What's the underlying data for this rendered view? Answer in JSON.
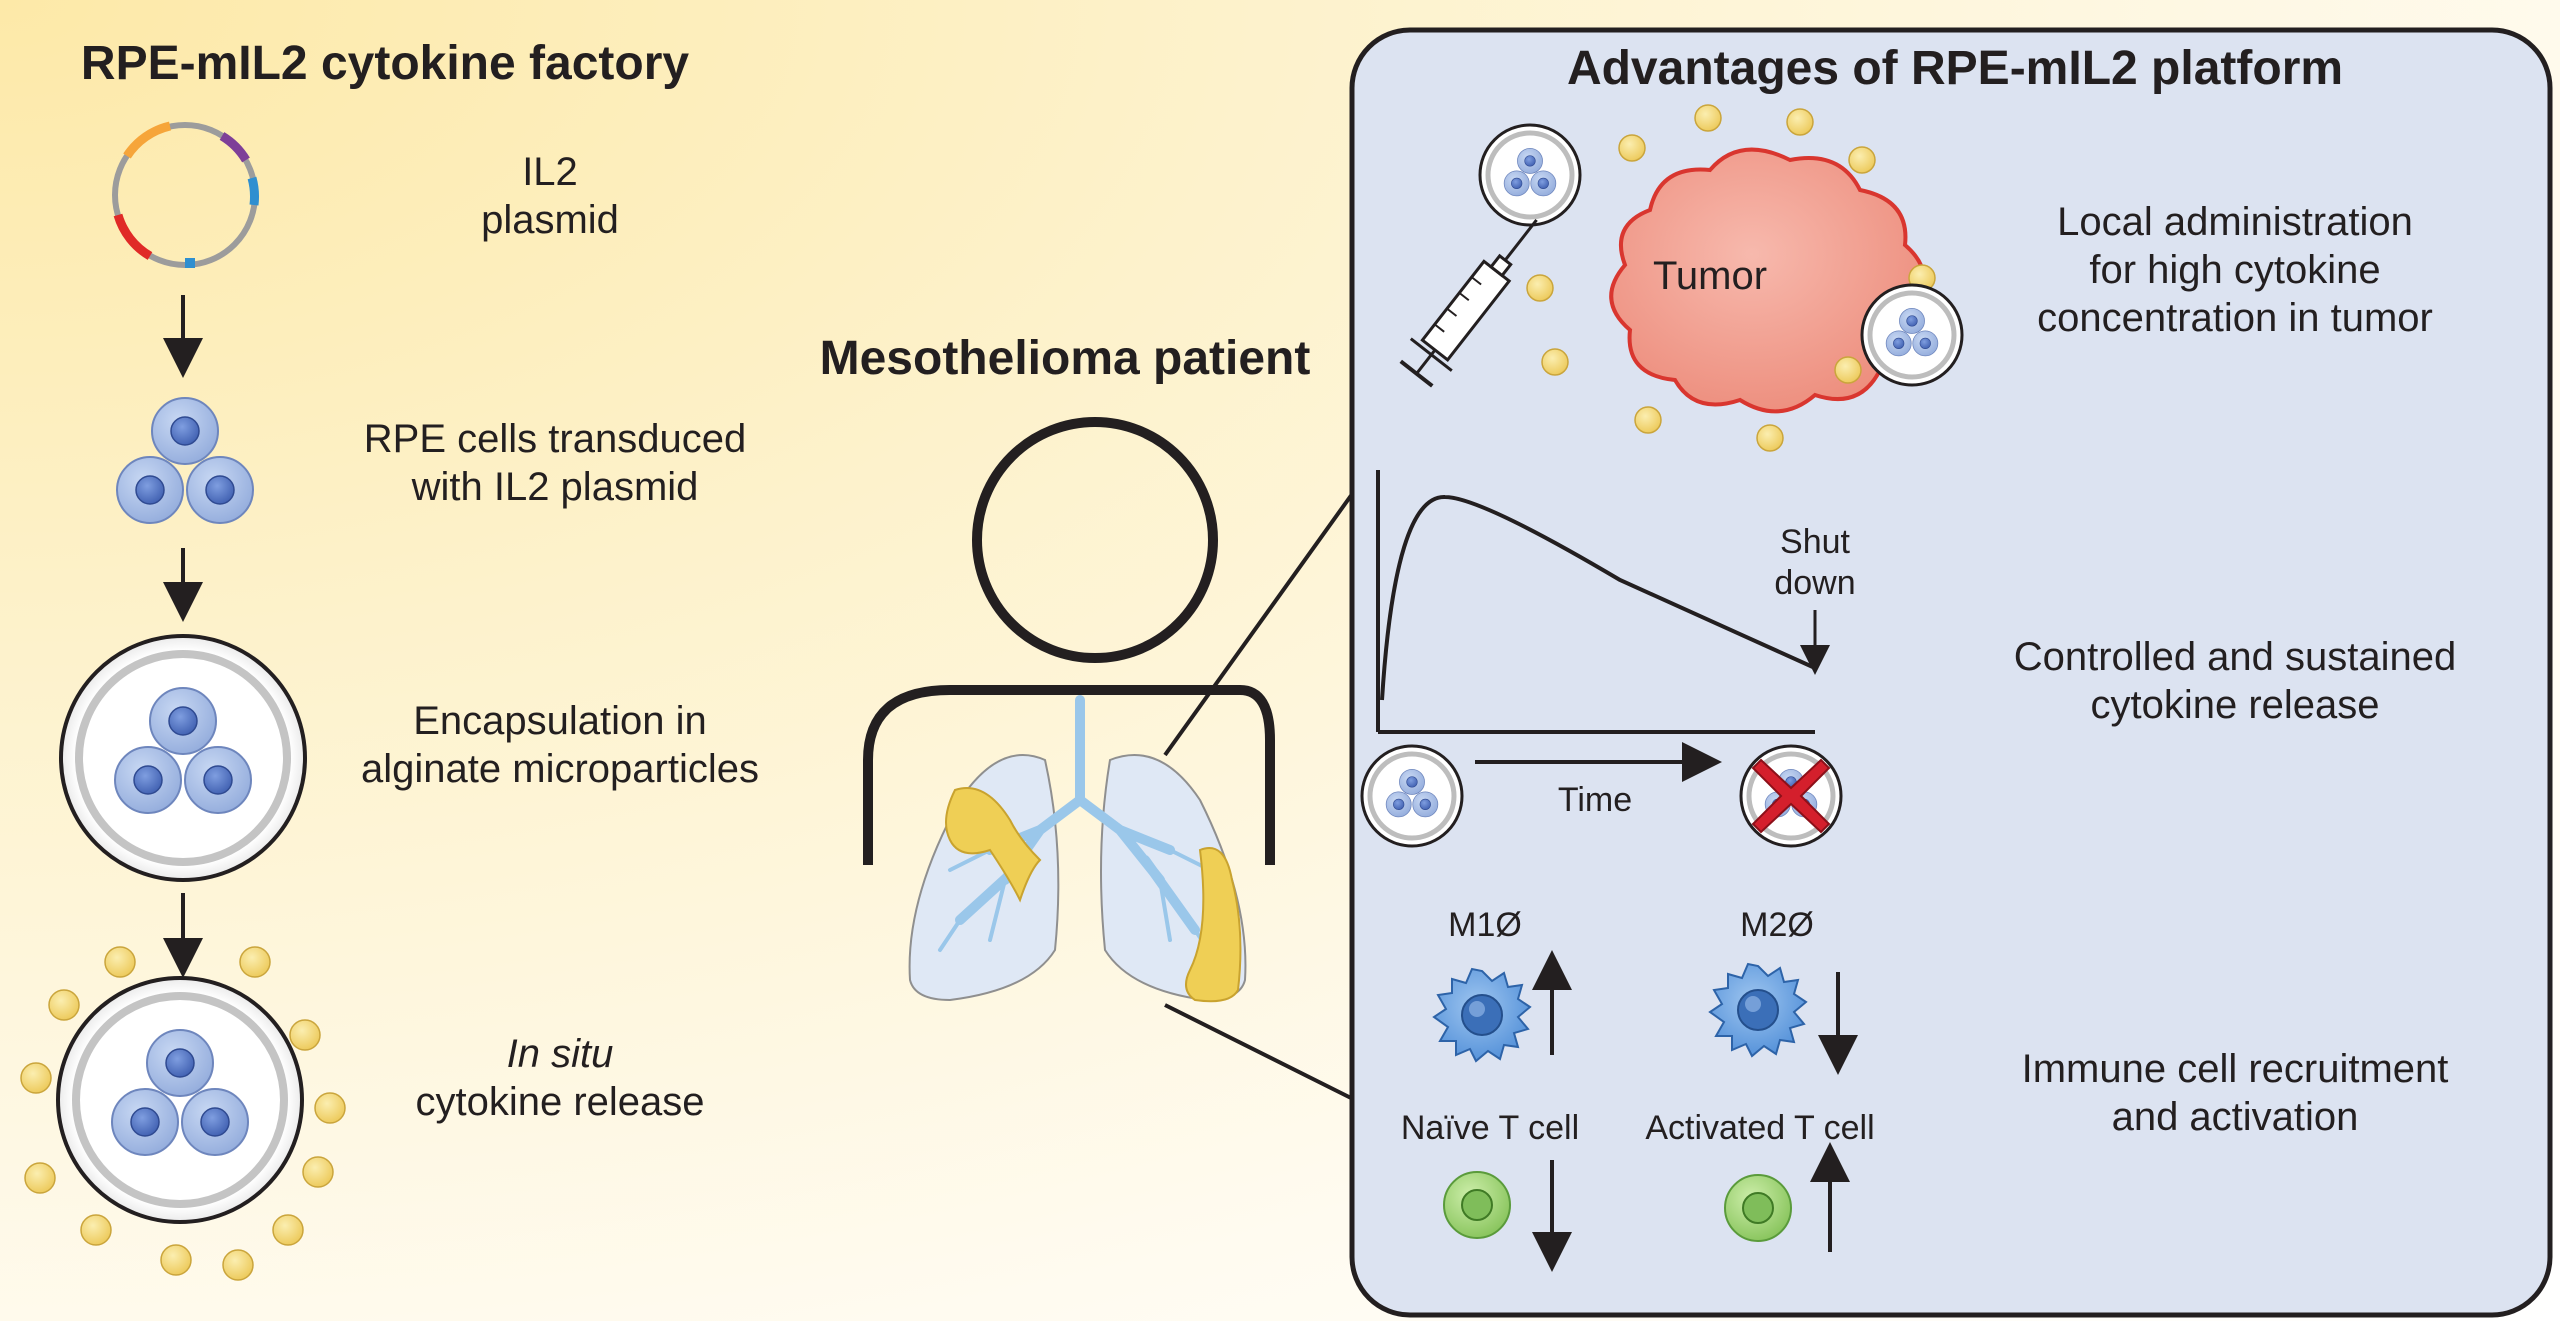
{
  "factory": {
    "title": "RPE-mIL2 cytokine factory",
    "steps": [
      {
        "line1": "IL2",
        "line2": "plasmid"
      },
      {
        "line1": "RPE cells transduced",
        "line2": "with IL2 plasmid"
      },
      {
        "line1": "Encapsulation in",
        "line2": "alginate microparticles"
      },
      {
        "line1": "In situ",
        "line2": "cytokine release"
      }
    ]
  },
  "patient": {
    "title": "Mesothelioma patient"
  },
  "advantages": {
    "title": "Advantages of RPE-mIL2 platform",
    "tumor_label": "Tumor",
    "local": {
      "line1": "Local administration",
      "line2": "for high cytokine",
      "line3": "concentration in tumor"
    },
    "graph": {
      "shut_line1": "Shut",
      "shut_line2": "down",
      "time_label": "Time"
    },
    "release": {
      "line1": "Controlled and sustained",
      "line2": "cytokine release"
    },
    "immune": {
      "m1": "M1Ø",
      "m2": "M2Ø",
      "naive": "Naïve T cell",
      "activated": "Activated T cell",
      "line1": "Immune cell recruitment",
      "line2": "and activation"
    }
  },
  "colors": {
    "cell_blue": "#a7c0e8",
    "nucleus_blue": "#5577c7",
    "cytokine_yellow": "#f4dc7e",
    "tumor_red": "#f19e8f",
    "panel_bg": "#dce3f1",
    "lung_blue": "#dfe8f5",
    "airway_blue": "#9ac7ea",
    "t_cell_green": "#a7d97f",
    "stop_red": "#d41f2c"
  }
}
